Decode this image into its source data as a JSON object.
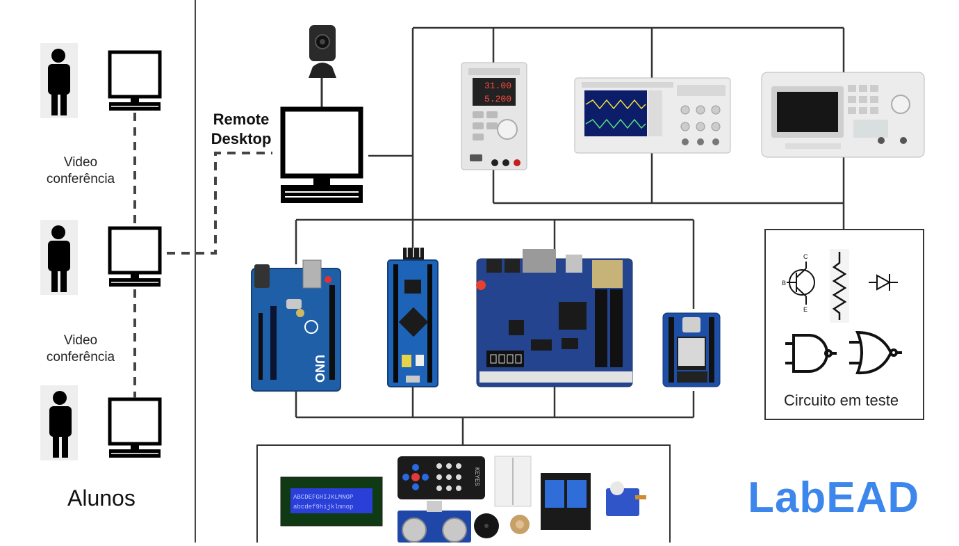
{
  "labels": {
    "video_conf_1": "Video\nconferência",
    "video_conf_2": "Video\nconferência",
    "remote_desktop": "Remote\nDesktop",
    "alunos": "Alunos",
    "circuito": "Circuito em teste",
    "brand": "LabEAD"
  },
  "devices": {
    "power_supply": {
      "display_1": "31.00",
      "display_2": "5.200"
    },
    "lcd_module": {
      "line_1": "ABCDEFGHIJKLMNOP",
      "line_2": "abcdef9hijklmnop"
    },
    "uno_text": "UNO",
    "remote_text": "KEYES"
  },
  "colors": {
    "brand": "#3d87ec",
    "line": "#333333",
    "board_blue": "#1f5fa8",
    "lcd_blue": "#2a3fd8"
  }
}
